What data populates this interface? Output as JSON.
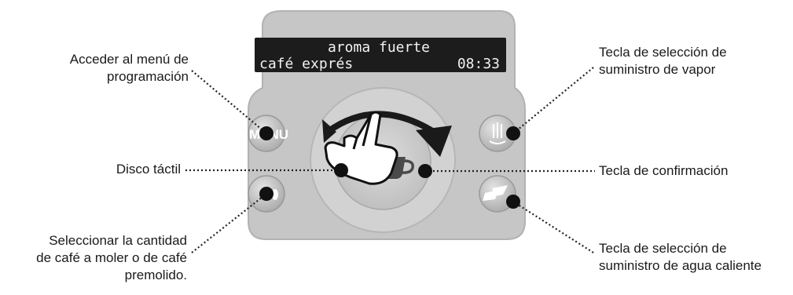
{
  "display": {
    "line1": "aroma fuerte",
    "line2_left": "café exprés",
    "line2_right": "08:33"
  },
  "buttons": {
    "menu_glyph": "MENU",
    "aroma_glyph": "●●●"
  },
  "labels": {
    "menu": [
      "Acceder al menú de",
      "programación"
    ],
    "vapor": [
      "Tecla de selección de",
      "suministro de vapor"
    ],
    "disco": [
      "Disco táctil"
    ],
    "confirm": [
      "Tecla de confirmación"
    ],
    "cantidad": [
      "Seleccionar la cantidad",
      "de café a moler o de café",
      "premolido."
    ],
    "agua": [
      "Tecla de selección de",
      "suministro de agua caliente"
    ]
  },
  "icons": {
    "steam": "steam-icon",
    "hot_water": "hot-water-icon",
    "cup": "coffee-cup-icon",
    "hand": "pointing-hand-icon"
  },
  "colors": {
    "panel": "#c4c4c4",
    "panel_edge": "#aeaeae",
    "lcd": "#1b1b1b",
    "dot": "#111111"
  }
}
